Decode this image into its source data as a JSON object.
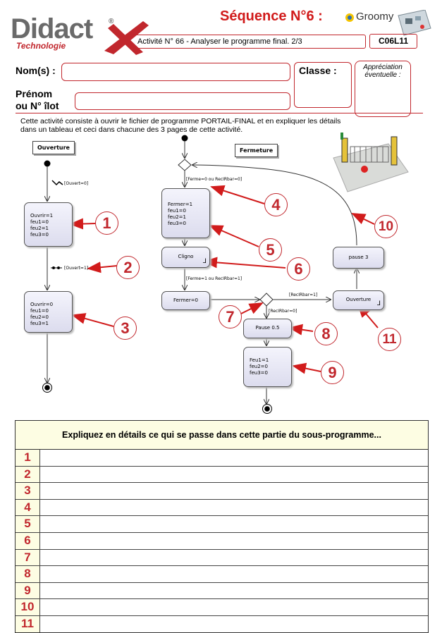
{
  "header": {
    "logo_brand": "Didact",
    "logo_x": "X",
    "logo_registered": "®",
    "logo_subtitle": "Technologie",
    "sequence_title": "Séquence N°6 :",
    "product_logo": "Groomy",
    "activity_title": "Activité N° 66 - Analyser le programme final. 2/3",
    "code": "C06L11"
  },
  "form": {
    "name_label": "Nom(s) :",
    "first_name_label_line1": "Prénom",
    "first_name_label_line2": "ou N° îlot",
    "class_label": "Classe :",
    "appreciation_line1": "Appréciation",
    "appreciation_line2": "éventuelle :",
    "name_value": "",
    "first_name_value": "",
    "class_value": "",
    "appreciation_value": ""
  },
  "intro": {
    "line1": "Cette activité consiste à  ouvrir le fichier de programme PORTAIL-FINAL et en expliquer les détails",
    "line2": " dans un tableau et ceci dans chacune des 3 pages de cette activité."
  },
  "diagram": {
    "ouverture_title": "Ouverture",
    "fermeture_title": "Fermeture",
    "guard_ouvert0": "[Ouvert=0]",
    "guard_ouvert1": "[Ouvert=1]",
    "guard_ferme0": "[Ferme=0 ou RecIRbar=0]",
    "guard_ferme1": "[Ferme=1 ou RecIRbar=1]",
    "guard_recirbar1": "[RecIRbar=1]",
    "guard_recirbar0": "[RecIRbar=0]",
    "act_open1": "Ouvrir=1\nfeu1=0\nfeu2=1\nfeu3=0",
    "act_open2": "Ouvrir=0\nfeu1=0\nfeu2=0\nfeu3=1",
    "act_close1": "Fermer=1\nfeu1=0\nfeu2=1\nfeu3=0",
    "act_cligno": "Cligno",
    "act_fermer0": "Fermer=0",
    "act_pause05": "Pause 0.5",
    "act_feux": "Feu1=1\nfeu2=0\nfeu3=0",
    "act_pause3": "pause 3",
    "act_ouverture": "Ouverture",
    "callouts": [
      "1",
      "2",
      "3",
      "4",
      "5",
      "6",
      "7",
      "8",
      "9",
      "10",
      "11"
    ]
  },
  "table": {
    "header": "Expliquez en détails ce qui se passe dans cette partie du sous-programme...",
    "rows": [
      {
        "num": "1",
        "text": ""
      },
      {
        "num": "2",
        "text": ""
      },
      {
        "num": "3",
        "text": ""
      },
      {
        "num": "4",
        "text": ""
      },
      {
        "num": "5",
        "text": ""
      },
      {
        "num": "6",
        "text": ""
      },
      {
        "num": "7",
        "text": ""
      },
      {
        "num": "8",
        "text": ""
      },
      {
        "num": "9",
        "text": ""
      },
      {
        "num": "10",
        "text": ""
      },
      {
        "num": "11",
        "text": ""
      }
    ]
  },
  "colors": {
    "accent_red": "#c1272d",
    "table_fill": "#fdfde3",
    "logo_grey": "#6a6a6a"
  }
}
